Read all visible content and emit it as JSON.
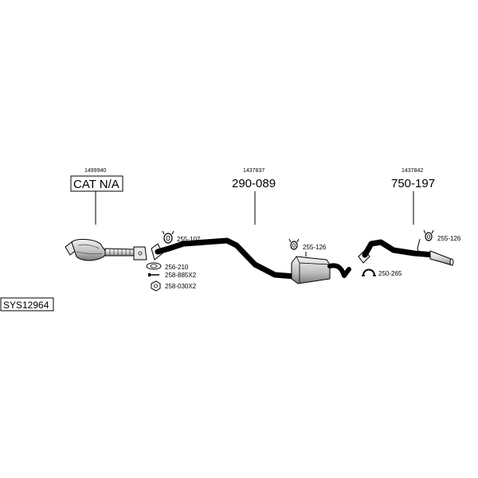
{
  "system_code": "SYS12964",
  "groups": {
    "front": {
      "ref": "1499940",
      "title": "CAT N/A"
    },
    "middle": {
      "ref": "1437837",
      "title": "290-089"
    },
    "rear": {
      "ref": "1437842",
      "title": "750-197"
    }
  },
  "parts": {
    "mount_front": "255-107",
    "gasket": "256-210",
    "bolt": "258-885X2",
    "nut": "258-030X2",
    "mount_middle": "255-126",
    "clamp": "250-265",
    "mount_rear": "255-126"
  }
}
